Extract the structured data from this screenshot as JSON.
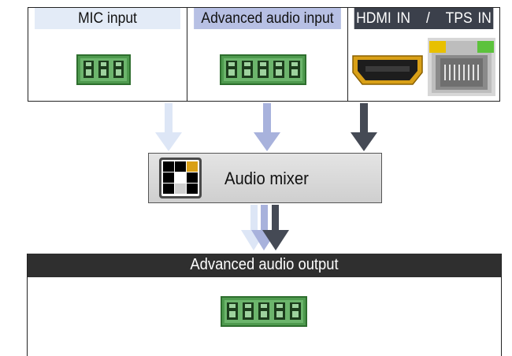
{
  "inputs": {
    "mic": {
      "label": "MIC input",
      "connector": "3-pin-terminal-block"
    },
    "advanced": {
      "label": "Advanced audio input",
      "connector": "5-pin-terminal-block"
    },
    "hdmi_tps": {
      "label": "HDMI IN   /   TPS IN",
      "connectors": [
        "hdmi-port",
        "rj45-port"
      ]
    }
  },
  "mixer": {
    "label": "Audio mixer",
    "icon": "mixer-grid-icon"
  },
  "output": {
    "label": "Advanced audio output",
    "connector": "5-pin-terminal-block"
  },
  "colors": {
    "mic_header": "#e3ebf7",
    "advanced_header": "#b7c0e4",
    "hdmi_header": "#3b404b",
    "connector_green": "#4e9a4e",
    "arrow_light": "#dde6f6",
    "arrow_mid": "#a8b2dc",
    "arrow_dark": "#454a55",
    "rj45_led_yellow": "#e8c000",
    "rj45_led_green": "#5cc23c"
  }
}
